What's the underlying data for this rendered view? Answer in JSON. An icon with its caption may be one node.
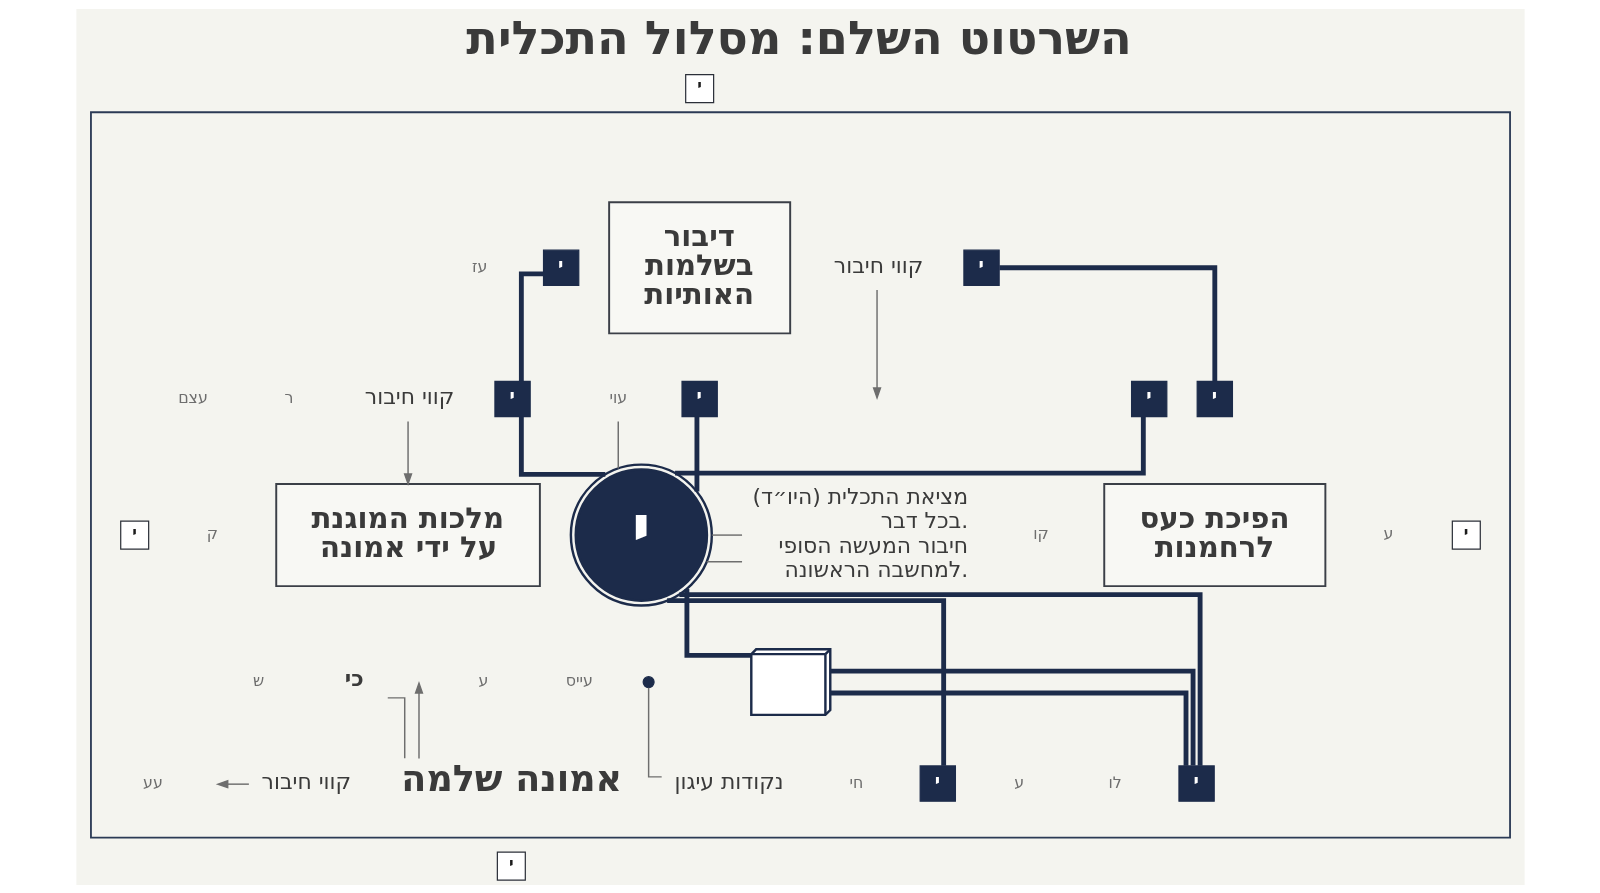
{
  "diagram": {
    "title": "השרטוט השלם: מסלול התכלית",
    "nodes": [
      {
        "text": [],
        "shape": "box"
      },
      {
        "text": [
          "דיבור בשלמות האותיות"
        ],
        "in": 0
      },
      {
        "text": [
          "י"
        ],
        "in": 0
      },
      {
        "text": [
          "י"
        ],
        "in": 0
      },
      {
        "text": [
          "י"
        ],
        "in": 0
      },
      {
        "text": [
          "מלכות המוגנת על ידי אמונה"
        ],
        "in": 0
      },
      {
        "text": [
          "י"
        ],
        "in": 0
      },
      {
        "text": [
          "י"
        ],
        "in": 0
      },
      {
        "text": [
          "י"
        ],
        "in": 0
      },
      {
        "text": [
          "מציאת התכלית (היו״ד) בכל דבר.",
          "חיבור המעשה הסופי למחשבה הראשונה."
        ],
        "in": 0
      },
      {
        "text": [
          "הפיכת כעס לרחמנות"
        ],
        "in": 0
      },
      {
        "text": [
          "י"
        ],
        "in": 0
      },
      {
        "text": [
          "י"
        ],
        "in": 0
      },
      {
        "text": [
          "י"
        ],
        "in": 0
      },
      {
        "text": [],
        "shape": "picture",
        "in": 0
      },
      {
        "text": [
          "אמונה שלמה"
        ],
        "in": 0
      },
      {
        "text": [
          "כי"
        ],
        "in": 0
      },
      {
        "text": [],
        "shape": "circle",
        "in": 0
      },
      {
        "text": [
          "נקודות עיגון"
        ],
        "in": 0
      },
      {
        "text": [
          "קווי חיבור"
        ],
        "in": 0
      },
      {
        "text": [
          "קווי חיבור"
        ],
        "in": 0
      },
      {
        "text": [
          "קווי חיבור"
        ],
        "in": 0
      },
      {
        "text": [
          "עוי"
        ],
        "in": 0
      },
      {
        "text": [
          "י"
        ]
      },
      {
        "text": [
          "י"
        ],
        "in": 0
      },
      {
        "text": [
          "י"
        ],
        "in": 0
      },
      {
        "text": [
          "י"
        ]
      }
    ],
    "edges": [
      {
        "from": 2,
        "to": 6,
        "arrow": "none"
      },
      {
        "from": 6,
        "to": 8,
        "arrow": "none"
      },
      {
        "from": 4,
        "to": 8,
        "arrow": "none"
      },
      {
        "from": 3,
        "to": 11,
        "arrow": "none"
      },
      {
        "from": 7,
        "to": 8,
        "arrow": "none"
      },
      {
        "from": 8,
        "to": 12,
        "arrow": "none"
      },
      {
        "from": 8,
        "to": 13,
        "arrow": "none"
      },
      {
        "from": 8,
        "to": 14,
        "arrow": "none"
      },
      {
        "from": 14,
        "to": 13,
        "arrow": "none"
      },
      {
        "from": 14,
        "to": 13,
        "arrow": "none"
      },
      {
        "from": 19,
        "to": null,
        "arrow": "to",
        "color": "#6e6e6e"
      },
      {
        "from": 20,
        "to": 5,
        "arrow": "to",
        "color": "#6e6e6e"
      },
      {
        "from": 22,
        "to": 8,
        "arrow": "none",
        "color": "#6e6e6e"
      },
      {
        "from": 9,
        "to": 8,
        "arrow": "none",
        "color": "#6e6e6e"
      },
      {
        "from": 9,
        "to": 8,
        "arrow": "none",
        "color": "#6e6e6e"
      },
      {
        "from": 21,
        "to": null,
        "arrow": "to",
        "color": "#6e6e6e"
      },
      {
        "from": 15,
        "to": 16,
        "arrow": "none",
        "color": "#6e6e6e"
      },
      {
        "from": 15,
        "to": null,
        "arrow": "to",
        "color": "#6e6e6e"
      },
      {
        "from": 18,
        "to": 17,
        "arrow": "none",
        "color": "#6e6e6e"
      }
    ],
    "labels": [
      "עז",
      "ר",
      "עצם",
      "ק",
      "חי",
      "ש",
      "עע",
      "קו",
      "לו",
      "ע",
      "ע",
      "עייס",
      "ע"
    ]
  }
}
